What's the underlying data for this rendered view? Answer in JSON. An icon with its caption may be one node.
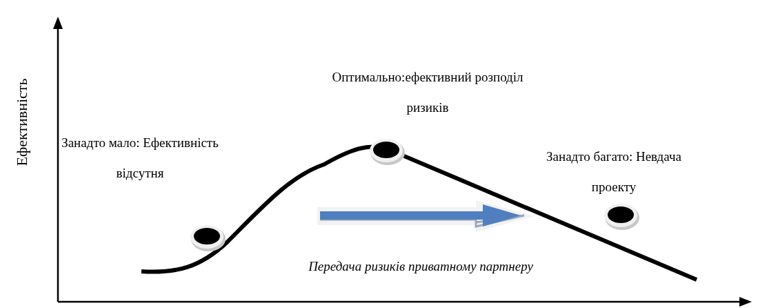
{
  "diagram": {
    "labels": [
      "Ефективність",
      "Оптимально:ефективний розподіл ризиків",
      "Занадто мало: Ефективність відсутня",
      "Занадто багато: Невдача проекту",
      "Передача ризиків приватному партнеру"
    ]
  }
}
